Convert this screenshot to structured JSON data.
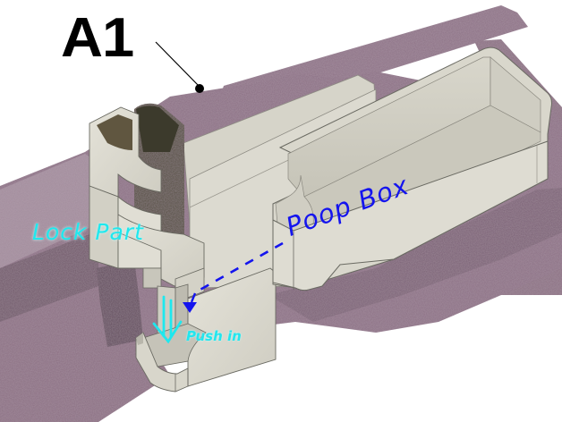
{
  "annotations": {
    "title": "A1",
    "lock_part": "Lock Part",
    "poop_box": "Poop Box",
    "push_in": "Push in"
  },
  "colors": {
    "background": "#ffffff",
    "felt_base": "#8a6f82",
    "felt_light": "#a08a9b",
    "felt_dark": "#5e4858",
    "part_body": "#dcdacf",
    "part_shadow": "#c2c0b4",
    "part_edge": "#6a6a62",
    "annotation_cyan": "#1ee8ee",
    "annotation_blue": "#1414ee",
    "title_black": "#000000"
  },
  "callouts": [
    {
      "label": "A1",
      "type": "leader-line-with-dot"
    },
    {
      "label": "Poop Box",
      "type": "dashed-arrow",
      "target": "lock-part-slot"
    },
    {
      "label": "Push in",
      "type": "double-line-arrow-down"
    }
  ]
}
